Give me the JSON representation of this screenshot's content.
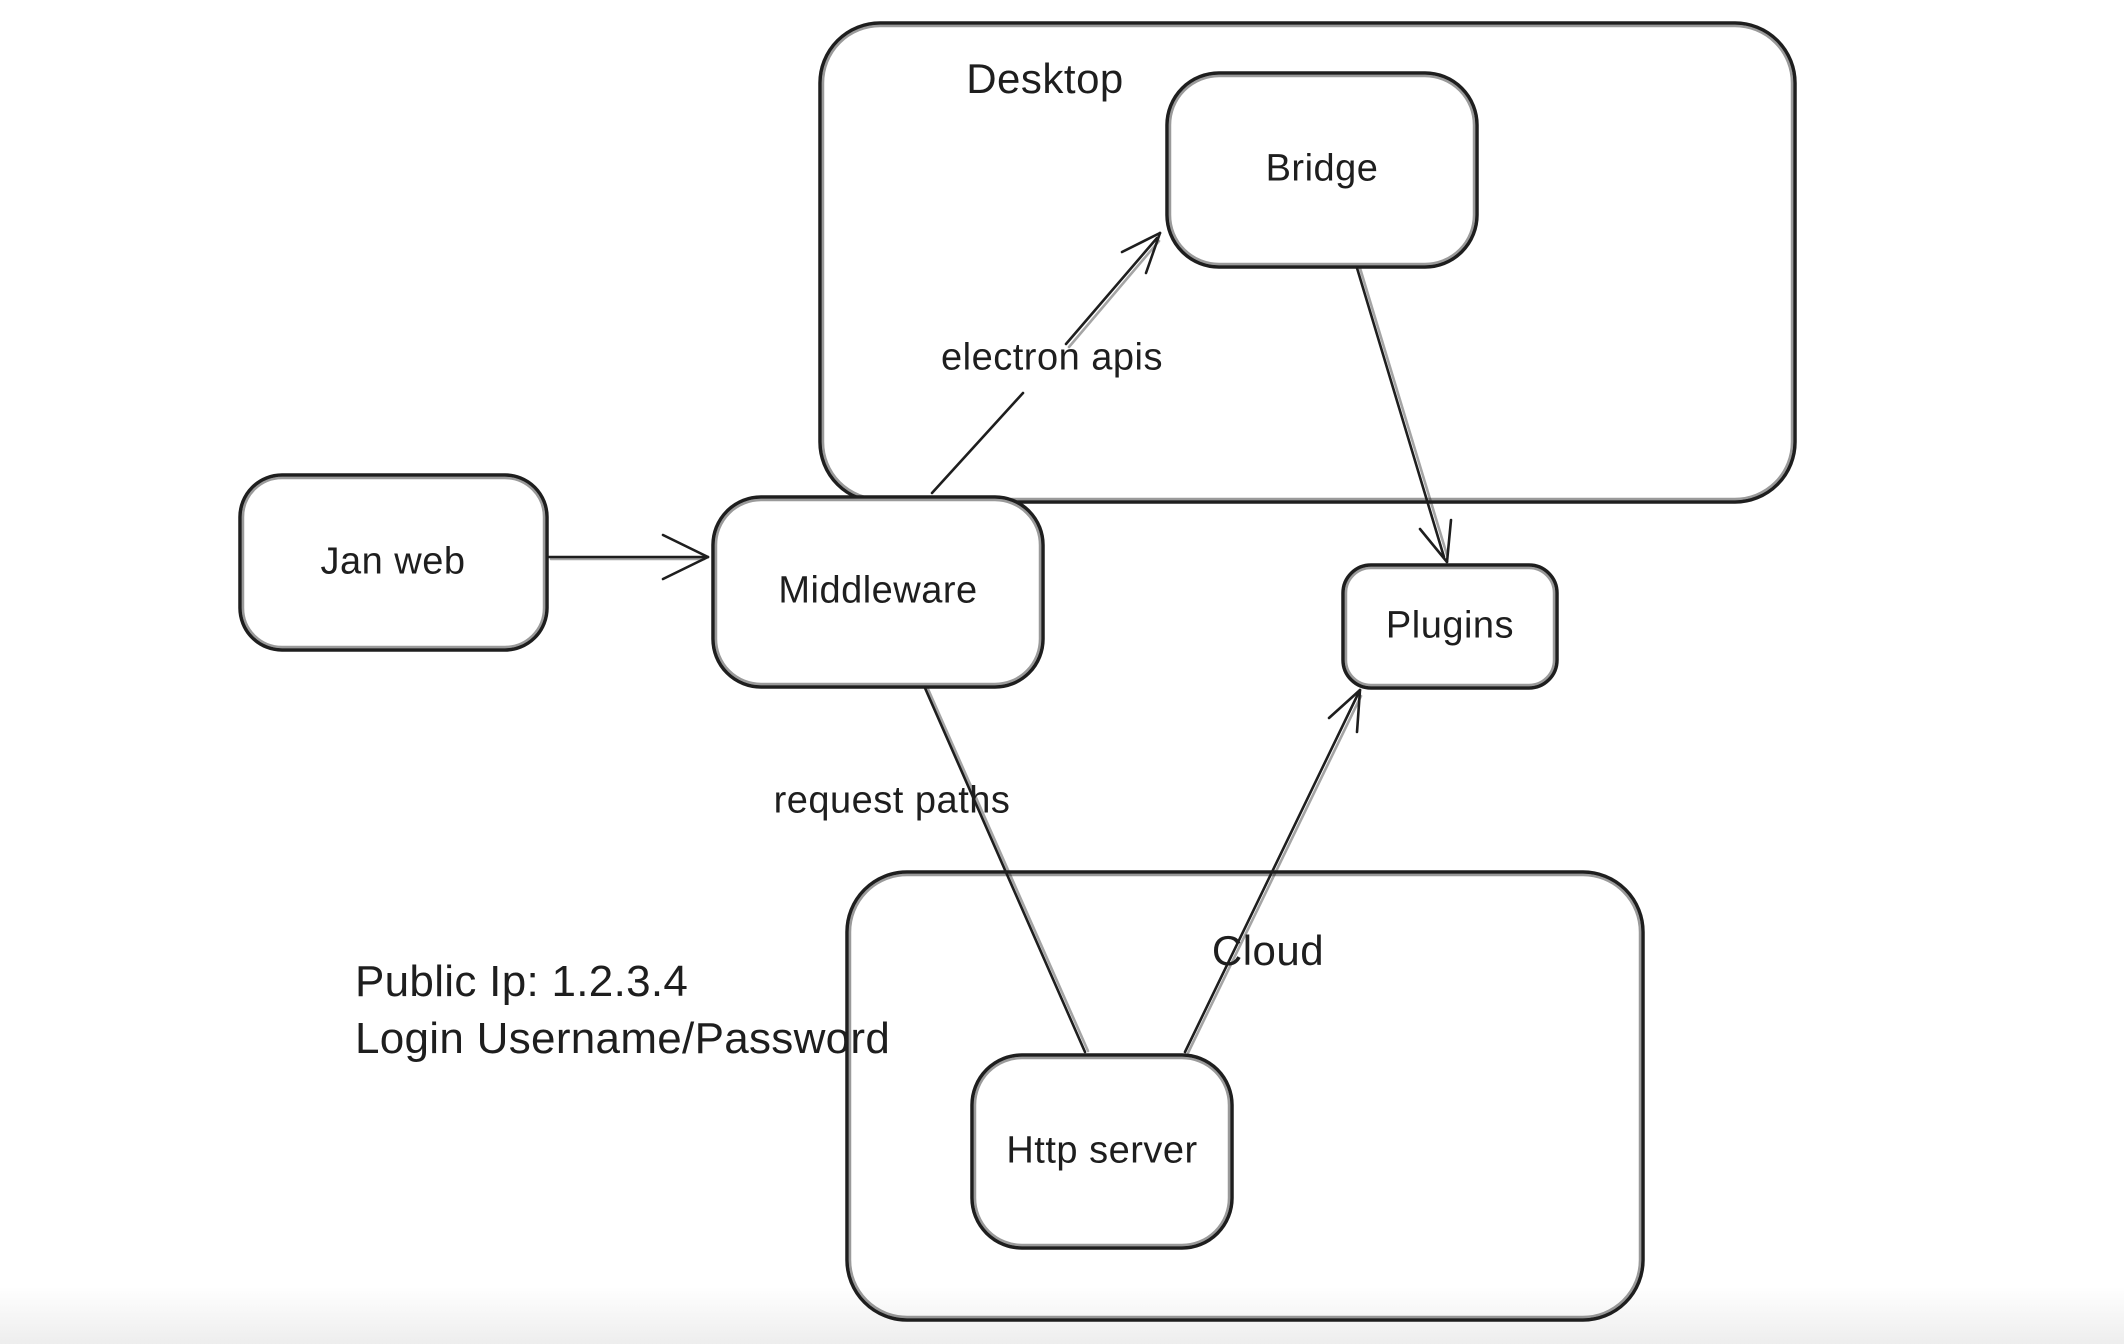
{
  "app": {
    "type": "whiteboard-diagram",
    "background_color": "#ffffff",
    "stroke_color": "#1e1e1e"
  },
  "diagram": {
    "containers": [
      {
        "id": "desktop",
        "label": "Desktop"
      },
      {
        "id": "cloud",
        "label": "Cloud"
      }
    ],
    "nodes": [
      {
        "id": "jan-web",
        "label": "Jan web",
        "parent": null
      },
      {
        "id": "middleware",
        "label": "Middleware",
        "parent": null
      },
      {
        "id": "bridge",
        "label": "Bridge",
        "parent": "desktop"
      },
      {
        "id": "plugins",
        "label": "Plugins",
        "parent": null
      },
      {
        "id": "http-server",
        "label": "Http server",
        "parent": "cloud"
      }
    ],
    "edges": [
      {
        "from": "jan-web",
        "to": "middleware",
        "label": "",
        "arrowhead": true
      },
      {
        "from": "middleware",
        "to": "bridge",
        "label": "electron apis",
        "arrowhead": true
      },
      {
        "from": "bridge",
        "to": "plugins",
        "label": "",
        "arrowhead": true
      },
      {
        "from": "middleware",
        "to": "http-server",
        "label": "request paths",
        "arrowhead": false
      },
      {
        "from": "http-server",
        "to": "plugins",
        "label": "",
        "arrowhead": true
      }
    ],
    "note": {
      "line1": "Public Ip: 1.2.3.4",
      "line2": "Login Username/Password"
    }
  }
}
